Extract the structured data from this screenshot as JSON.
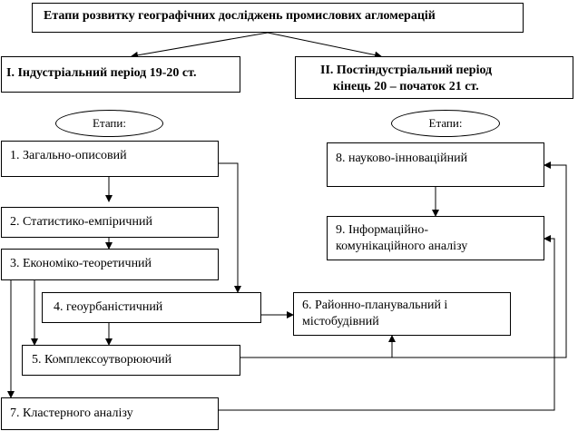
{
  "title": "Етапи розвитку географічних досліджень промислових агломерацій",
  "periods": {
    "industrial": "І. Індустріальний період 19-20 ст.",
    "postindustrial_line1": "ІІ. Постіндустріальний період",
    "postindustrial_line2": "кінець 20 – початок 21 ст."
  },
  "ovals": {
    "left": "Етапи:",
    "right": "Етапи:"
  },
  "stages": {
    "s1": "1. Загально-описовий",
    "s2": "2. Статистико-емпіричний",
    "s3": "3. Економіко-теоретичний",
    "s4": "4. геоурбаністичний",
    "s5": "5. Комплексоутворюючий",
    "s6_line1": "6. Районно-планувальний і",
    "s6_line2": "містобудівний",
    "s7": "7. Кластерного аналізу",
    "s8": "8. науково-інноваційний",
    "s9_line1": "9. Інформаційно-",
    "s9_line2": "комунікаційного аналізу"
  }
}
